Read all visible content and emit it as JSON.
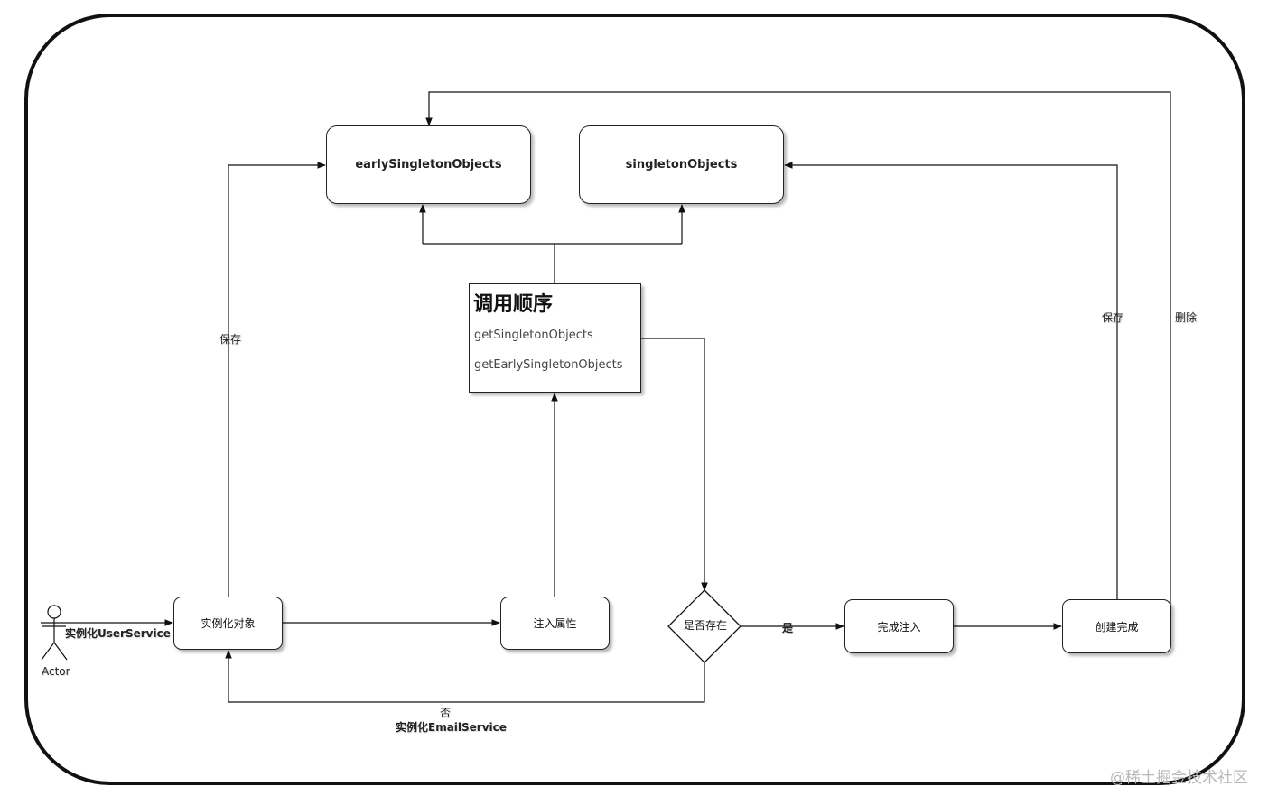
{
  "nodes": {
    "early_singleton": "earlySingletonObjects",
    "singleton": "singletonObjects",
    "instantiate": "实例化对象",
    "inject": "注入属性",
    "exists": "是否存在",
    "finish_inject": "完成注入",
    "create_done": "创建完成"
  },
  "call_order": {
    "title": "调用顺序",
    "items": [
      "getSingletonObjects",
      "getEarlySingletonObjects"
    ]
  },
  "edge_labels": {
    "save_left": "保存",
    "save_right": "保存",
    "delete": "删除",
    "yes": "是",
    "no": "否"
  },
  "actor": {
    "label": "Actor",
    "action": "实例化UserService"
  },
  "email_action": "实例化EmailService",
  "watermark": "@稀土掘金技术社区"
}
